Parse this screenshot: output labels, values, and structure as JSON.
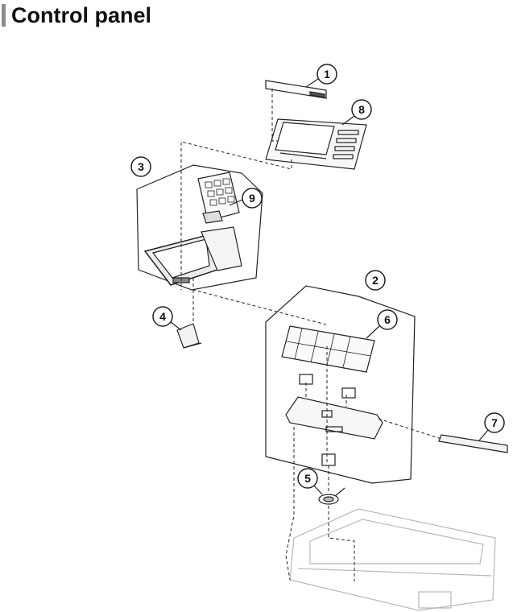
{
  "page": {
    "title": "Control panel"
  },
  "callouts": [
    {
      "id": "1",
      "label": "1"
    },
    {
      "id": "2",
      "label": "2"
    },
    {
      "id": "3",
      "label": "3"
    },
    {
      "id": "4",
      "label": "4"
    },
    {
      "id": "5",
      "label": "5"
    },
    {
      "id": "6",
      "label": "6"
    },
    {
      "id": "7",
      "label": "7"
    },
    {
      "id": "8",
      "label": "8"
    },
    {
      "id": "9",
      "label": "9"
    }
  ]
}
